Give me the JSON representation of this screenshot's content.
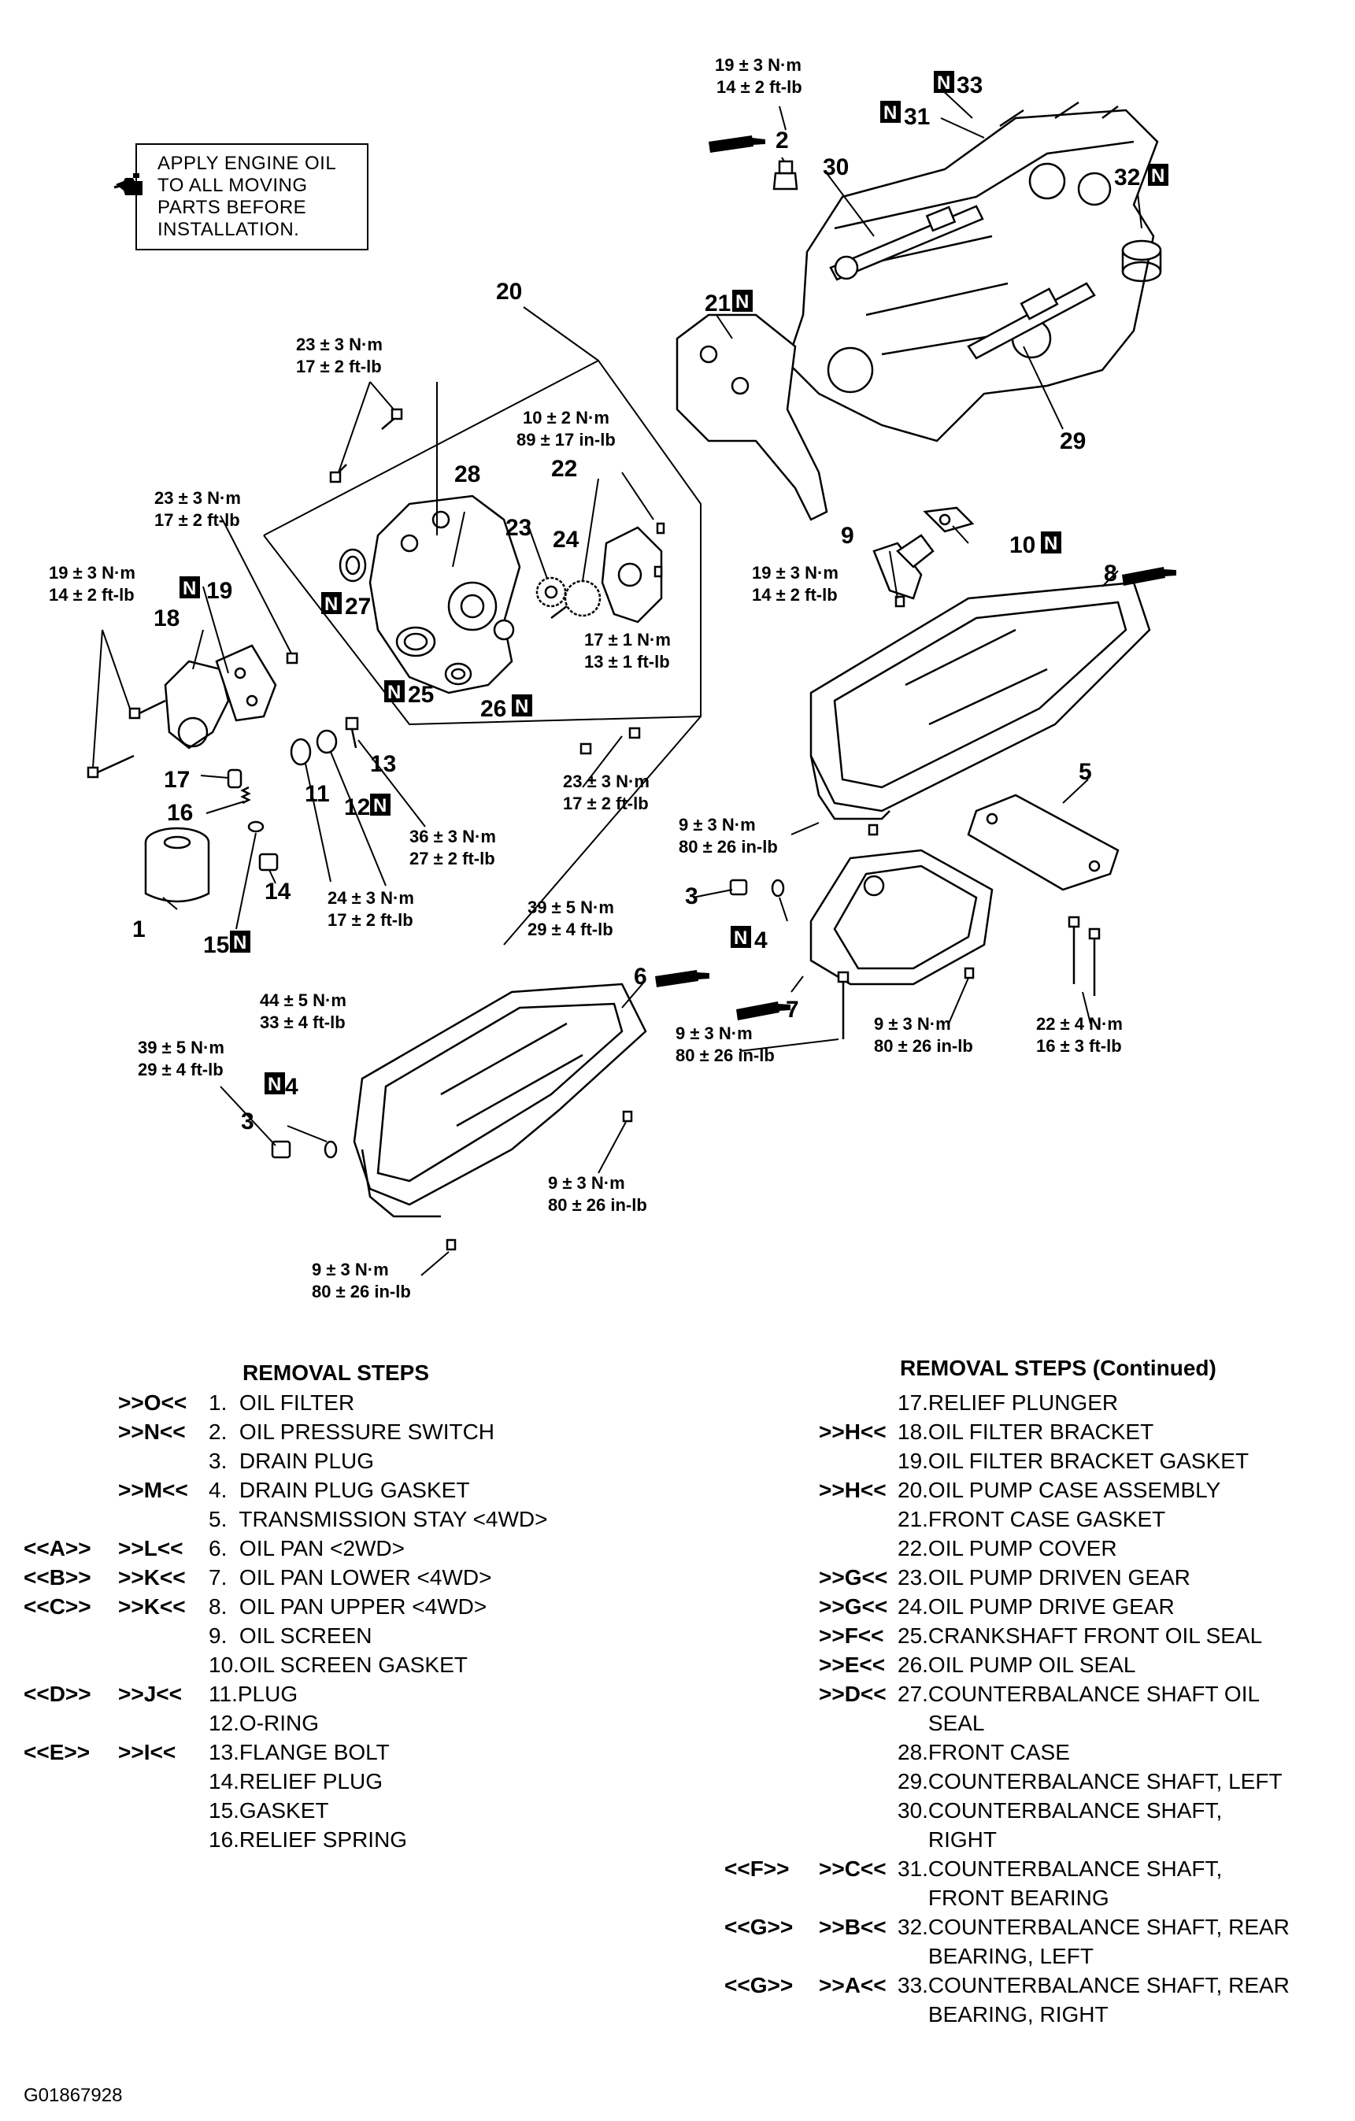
{
  "note": {
    "lines": [
      "APPLY ENGINE OIL",
      "TO ALL MOVING",
      "PARTS BEFORE",
      "INSTALLATION."
    ]
  },
  "callouts": [
    {
      "id": "c1",
      "text": "1"
    },
    {
      "id": "c2",
      "text": "2"
    },
    {
      "id": "c3a",
      "text": "3"
    },
    {
      "id": "c3b",
      "text": "3"
    },
    {
      "id": "c4a",
      "text": "4"
    },
    {
      "id": "c4b",
      "text": "4"
    },
    {
      "id": "c5",
      "text": "5"
    },
    {
      "id": "c6",
      "text": "6"
    },
    {
      "id": "c7",
      "text": "7"
    },
    {
      "id": "c8",
      "text": "8"
    },
    {
      "id": "c9",
      "text": "9"
    },
    {
      "id": "c10",
      "text": "10"
    },
    {
      "id": "c11",
      "text": "11"
    },
    {
      "id": "c12",
      "text": "12"
    },
    {
      "id": "c13",
      "text": "13"
    },
    {
      "id": "c14",
      "text": "14"
    },
    {
      "id": "c15",
      "text": "15"
    },
    {
      "id": "c16",
      "text": "16"
    },
    {
      "id": "c17",
      "text": "17"
    },
    {
      "id": "c18",
      "text": "18"
    },
    {
      "id": "c19",
      "text": "19"
    },
    {
      "id": "c20",
      "text": "20"
    },
    {
      "id": "c21",
      "text": "21"
    },
    {
      "id": "c22",
      "text": "22"
    },
    {
      "id": "c23",
      "text": "23"
    },
    {
      "id": "c24",
      "text": "24"
    },
    {
      "id": "c25",
      "text": "25"
    },
    {
      "id": "c26",
      "text": "26"
    },
    {
      "id": "c27",
      "text": "27"
    },
    {
      "id": "c28",
      "text": "28"
    },
    {
      "id": "c29",
      "text": "29"
    },
    {
      "id": "c30",
      "text": "30"
    },
    {
      "id": "c31",
      "text": "31"
    },
    {
      "id": "c32",
      "text": "32"
    },
    {
      "id": "c33",
      "text": "33"
    }
  ],
  "new_part_mark": "N",
  "torques": [
    {
      "id": "t1",
      "l1": "19 ± 3 N·m",
      "l2": "14 ± 2 ft-lb"
    },
    {
      "id": "t2",
      "l1": "23 ± 3 N·m",
      "l2": "17 ± 2 ft-lb"
    },
    {
      "id": "t3",
      "l1": "10 ± 2 N·m",
      "l2": "89 ± 17 in-lb"
    },
    {
      "id": "t4",
      "l1": "23 ± 3 N·m",
      "l2": "17 ± 2 ft-lb"
    },
    {
      "id": "t5",
      "l1": "19 ± 3 N·m",
      "l2": "14 ± 2 ft-lb"
    },
    {
      "id": "t6",
      "l1": "19 ± 3 N·m",
      "l2": "14 ± 2 ft-lb"
    },
    {
      "id": "t7",
      "l1": "17 ± 1 N·m",
      "l2": "13 ± 1 ft-lb"
    },
    {
      "id": "t8",
      "l1": "23 ± 3 N·m",
      "l2": "17 ± 2 ft-lb"
    },
    {
      "id": "t9",
      "l1": "9 ± 3 N·m",
      "l2": "80 ± 26 in-lb"
    },
    {
      "id": "t10",
      "l1": "36 ± 3 N·m",
      "l2": "27 ± 2 ft-lb"
    },
    {
      "id": "t11",
      "l1": "24 ± 3 N·m",
      "l2": "17 ± 2 ft-lb"
    },
    {
      "id": "t12",
      "l1": "39 ± 5 N·m",
      "l2": "29 ± 4 ft-lb"
    },
    {
      "id": "t13",
      "l1": "44 ± 5 N·m",
      "l2": "33 ± 4 ft-lb"
    },
    {
      "id": "t14",
      "l1": "9 ± 3 N·m",
      "l2": "80 ± 26 in-lb"
    },
    {
      "id": "t15",
      "l1": "9 ± 3 N·m",
      "l2": "80 ± 26 in-lb"
    },
    {
      "id": "t16",
      "l1": "22 ± 4 N·m",
      "l2": "16 ± 3 ft-lb"
    },
    {
      "id": "t17",
      "l1": "39 ± 5 N·m",
      "l2": "29 ± 4 ft-lb"
    },
    {
      "id": "t18",
      "l1": "9 ± 3 N·m",
      "l2": "80 ± 26 in-lb"
    },
    {
      "id": "t19",
      "l1": "9 ± 3 N·m",
      "l2": "80 ± 26 in-lb"
    }
  ],
  "removal_left": {
    "title": "REMOVAL STEPS",
    "steps": [
      {
        "a": "",
        "b": ">>O<<",
        "t": "1.  OIL FILTER"
      },
      {
        "a": "",
        "b": ">>N<<",
        "t": "2.  OIL PRESSURE SWITCH"
      },
      {
        "a": "",
        "b": "",
        "t": "3.  DRAIN PLUG"
      },
      {
        "a": "",
        "b": ">>M<<",
        "t": "4.  DRAIN PLUG GASKET"
      },
      {
        "a": "",
        "b": "",
        "t": "5.  TRANSMISSION STAY <4WD>"
      },
      {
        "a": "<<A>>",
        "b": ">>L<<",
        "t": "6.  OIL PAN <2WD>"
      },
      {
        "a": "<<B>>",
        "b": ">>K<<",
        "t": "7.  OIL PAN LOWER <4WD>"
      },
      {
        "a": "<<C>>",
        "b": ">>K<<",
        "t": "8.  OIL PAN UPPER <4WD>"
      },
      {
        "a": "",
        "b": "",
        "t": "9.  OIL SCREEN"
      },
      {
        "a": "",
        "b": "",
        "t": "10.OIL SCREEN GASKET"
      },
      {
        "a": "<<D>>",
        "b": ">>J<<",
        "t": "11.PLUG"
      },
      {
        "a": "",
        "b": "",
        "t": "12.O-RING"
      },
      {
        "a": "<<E>>",
        "b": ">>I<<",
        "t": "13.FLANGE BOLT"
      },
      {
        "a": "",
        "b": "",
        "t": "14.RELIEF PLUG"
      },
      {
        "a": "",
        "b": "",
        "t": "15.GASKET"
      },
      {
        "a": "",
        "b": "",
        "t": "16.RELIEF SPRING"
      }
    ]
  },
  "removal_right": {
    "title": "REMOVAL STEPS (Continued)",
    "steps": [
      {
        "a": "",
        "b": "",
        "t": "17.RELIEF PLUNGER"
      },
      {
        "a": "",
        "b": ">>H<<",
        "t": "18.OIL FILTER BRACKET"
      },
      {
        "a": "",
        "b": "",
        "t": "19.OIL FILTER BRACKET GASKET"
      },
      {
        "a": "",
        "b": ">>H<<",
        "t": "20.OIL PUMP CASE ASSEMBLY"
      },
      {
        "a": "",
        "b": "",
        "t": "21.FRONT CASE GASKET"
      },
      {
        "a": "",
        "b": "",
        "t": "22.OIL PUMP COVER"
      },
      {
        "a": "",
        "b": ">>G<<",
        "t": "23.OIL PUMP DRIVEN GEAR"
      },
      {
        "a": "",
        "b": ">>G<<",
        "t": "24.OIL PUMP DRIVE GEAR"
      },
      {
        "a": "",
        "b": ">>F<<",
        "t": "25.CRANKSHAFT FRONT OIL SEAL"
      },
      {
        "a": "",
        "b": ">>E<<",
        "t": "26.OIL PUMP OIL SEAL"
      },
      {
        "a": "",
        "b": ">>D<<",
        "t": "27.COUNTERBALANCE SHAFT OIL"
      },
      {
        "a": "",
        "b": "",
        "t": "     SEAL"
      },
      {
        "a": "",
        "b": "",
        "t": "28.FRONT CASE"
      },
      {
        "a": "",
        "b": "",
        "t": "29.COUNTERBALANCE SHAFT, LEFT"
      },
      {
        "a": "",
        "b": "",
        "t": "30.COUNTERBALANCE SHAFT,"
      },
      {
        "a": "",
        "b": "",
        "t": "     RIGHT"
      },
      {
        "a": "<<F>>",
        "b": ">>C<<",
        "t": "31.COUNTERBALANCE SHAFT,"
      },
      {
        "a": "",
        "b": "",
        "t": "     FRONT BEARING"
      },
      {
        "a": "<<G>>",
        "b": ">>B<<",
        "t": "32.COUNTERBALANCE SHAFT, REAR"
      },
      {
        "a": "",
        "b": "",
        "t": "     BEARING, LEFT"
      },
      {
        "a": "<<G>>",
        "b": ">>A<<",
        "t": "33.COUNTERBALANCE SHAFT, REAR"
      },
      {
        "a": "",
        "b": "",
        "t": "     BEARING, RIGHT"
      }
    ]
  },
  "figure_id": "G01867928"
}
